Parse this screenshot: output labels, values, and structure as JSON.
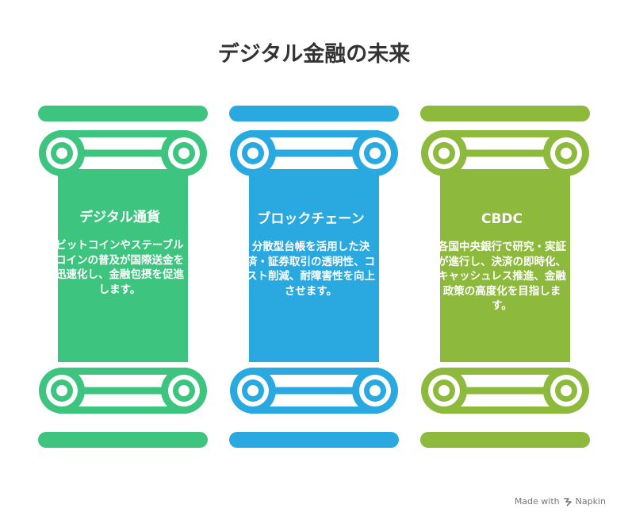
{
  "title": "デジタル金融の未来",
  "pillars": [
    {
      "heading": "デジタル通貨",
      "body": "ビットコインやステーブルコインの普及が国際送金を迅速化し、金融包摂を促進します。",
      "color": "#3dc47e",
      "icon": "ionic-column"
    },
    {
      "heading": "ブロックチェーン",
      "body": "分散型台帳を活用した決済・証券取引の透明性、コスト削減、耐障害性を向上させます。",
      "color": "#29a9e0",
      "icon": "ionic-column"
    },
    {
      "heading": "CBDC",
      "body": "各国中央銀行で研究・実証が進行し、決済の即時化、キャッシュレス推進、金融政策の高度化を目指します。",
      "color": "#8db93c",
      "icon": "ionic-column"
    }
  ],
  "footer": {
    "text": "Made with",
    "brand": "Napkin",
    "icon": "napkin-logo-icon"
  }
}
